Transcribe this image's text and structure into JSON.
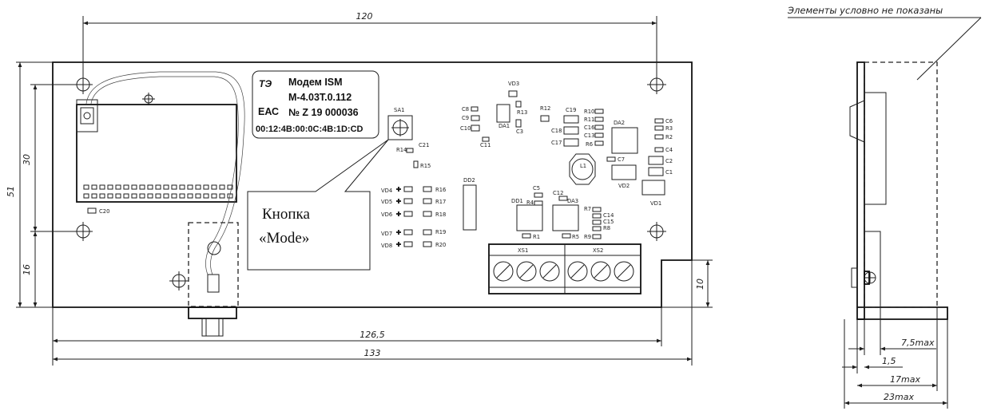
{
  "drawing": {
    "note_top_right": "Элементы условно не показаны",
    "label": {
      "title": "Модем ISM",
      "model": "М-4.03Т.0.112",
      "serial": "№ Z 19 000036",
      "mac": "00:12:4B:00:0C:4B:1D:CD",
      "mark": "ЕАС",
      "logo": "ТЭ"
    },
    "callout": {
      "line1": "Кнопка",
      "line2": "«Mode»"
    },
    "dimensions": {
      "top_width": "120",
      "height_total": "51",
      "height_inner": "30",
      "height_lower": "16",
      "board_width": "126,5",
      "overall_width": "133",
      "step": "10",
      "side_1": "7,5max",
      "side_2": "1,5",
      "side_3": "17max",
      "side_4": "23max"
    },
    "components": {
      "sa1": "SA1",
      "r14": "R14",
      "c21": "C21",
      "r15": "R15",
      "c8": "C8",
      "c9": "C9",
      "c10": "C10",
      "c11": "C11",
      "da1": "DA1",
      "vd3": "VD3",
      "r13": "R13",
      "c3": "C3",
      "r12": "R12",
      "c19": "C19",
      "c18": "C18",
      "c17": "C17",
      "r10": "R10",
      "r11": "R11",
      "c16": "C16",
      "c13": "C13",
      "r6": "R6",
      "da2": "DA2",
      "c6": "C6",
      "r3": "R3",
      "r2": "R2",
      "c4": "C4",
      "c2": "C2",
      "c1": "C1",
      "l1": "L1",
      "c7": "C7",
      "vd2": "VD2",
      "vd1": "VD1",
      "dd2": "DD2",
      "dd1": "DD1",
      "c5": "C5",
      "r4": "R4",
      "c12": "C12",
      "da3": "DA3",
      "r1": "R1",
      "r5": "R5",
      "r7": "R7",
      "c14": "C14",
      "c15": "C15",
      "r8": "R8",
      "r9": "R9",
      "vd4": "VD4",
      "vd5": "VD5",
      "vd6": "VD6",
      "vd7": "VD7",
      "vd8": "VD8",
      "r16": "R16",
      "r17": "R17",
      "r18": "R18",
      "r19": "R19",
      "r20": "R20",
      "xs1": "XS1",
      "xs2": "XS2",
      "c20": "C20"
    }
  }
}
